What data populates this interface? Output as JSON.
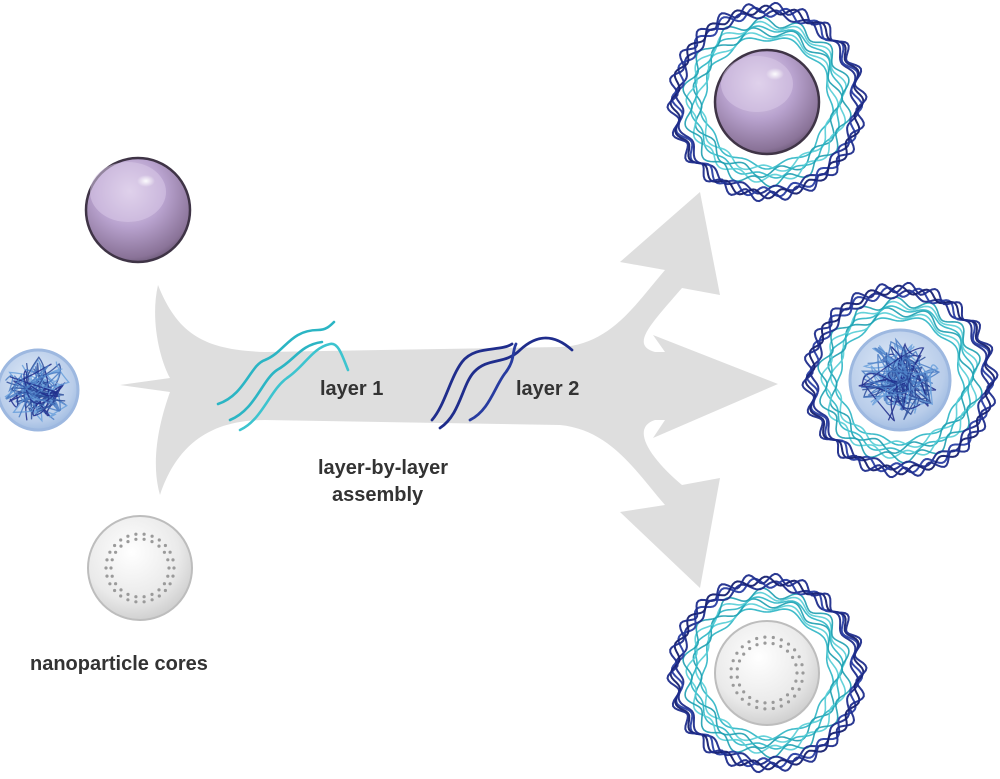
{
  "labels": {
    "layer1": "layer 1",
    "layer2": "layer 2",
    "assembly_line1": "layer-by-layer",
    "assembly_line2": "assembly",
    "cores": "nanoparticle cores"
  },
  "colors": {
    "arrow": "#dedede",
    "layer1_strand": "#2bb5c4",
    "layer2_strand": "#1f2d8c",
    "solid_core": "#b39cc8",
    "polymer_core": "#4a7cc4",
    "porous_core": "#e9e9e9",
    "text": "#333333"
  },
  "icons": {
    "solid_core": "solid-sphere-core-icon",
    "polymer_core": "polymer-ball-core-icon",
    "porous_core": "mesoporous-core-icon",
    "layer1": "layer1-strands-icon",
    "layer2": "layer2-strands-icon"
  }
}
